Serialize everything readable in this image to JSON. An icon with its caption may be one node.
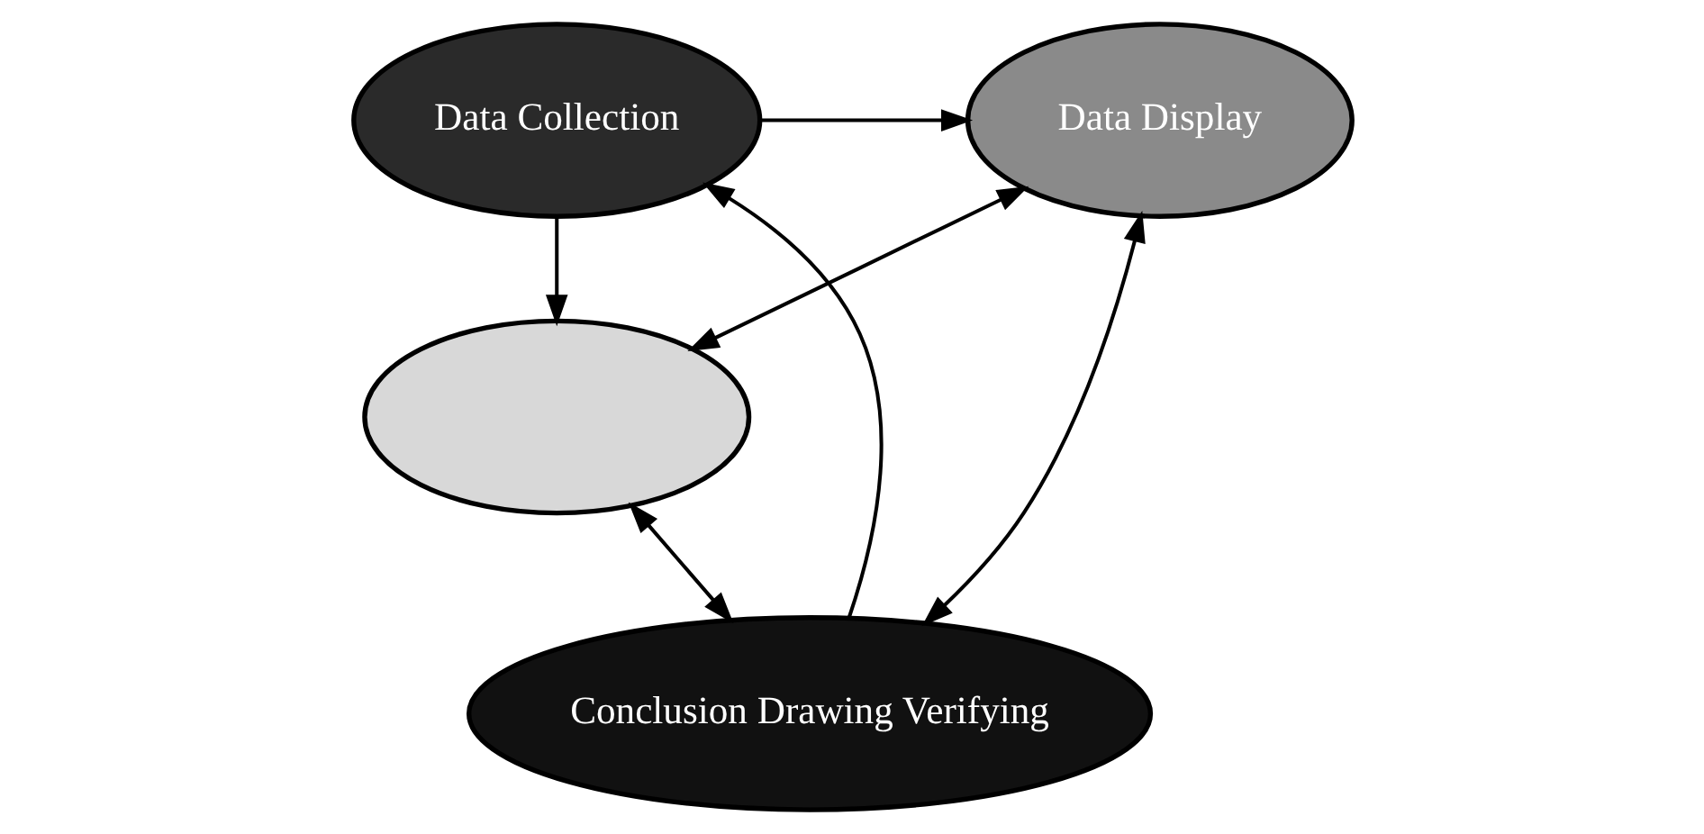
{
  "diagram": {
    "nodes": [
      {
        "text": [
          "Data Collection"
        ]
      },
      {
        "text": [
          "Data Display"
        ]
      },
      {
        "text": [],
        "shape": "ellipse"
      },
      {
        "text": [
          "Conclusion Drawing Verifying"
        ]
      }
    ],
    "edges": [
      {
        "from": 0,
        "to": 1,
        "arrow": "to"
      },
      {
        "from": 0,
        "to": 2,
        "arrow": "to"
      },
      {
        "from": 2,
        "to": 1,
        "arrow": "both"
      },
      {
        "from": 1,
        "to": 3,
        "arrow": "both"
      },
      {
        "from": 2,
        "to": 3,
        "arrow": "both"
      },
      {
        "from": 3,
        "to": 0,
        "arrow": "to"
      }
    ]
  }
}
